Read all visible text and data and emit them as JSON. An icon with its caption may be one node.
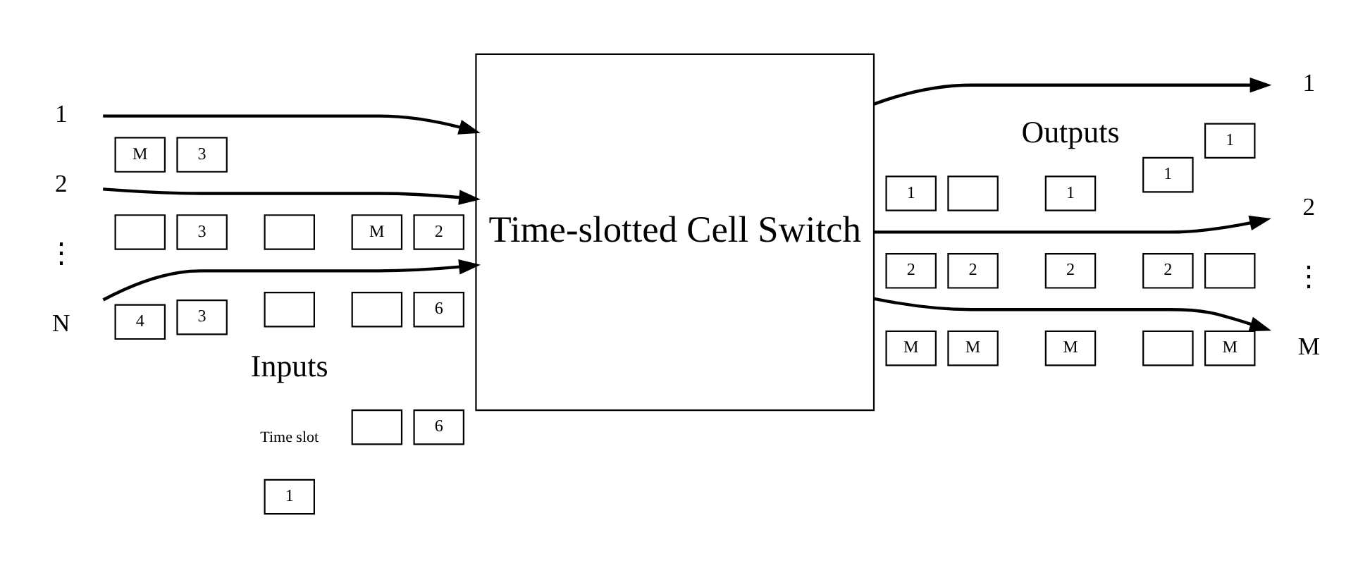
{
  "diagram": {
    "nodes": [
      {
        "text": [
          "1"
        ]
      },
      {
        "text": [
          "M"
        ]
      },
      {
        "text": [
          "3"
        ]
      },
      {
        "text": [
          "1"
        ]
      },
      {
        "text": [],
        "shape": "box"
      },
      {
        "text": [
          "6"
        ]
      },
      {
        "text": [
          "Time-slotted Cell Switch"
        ]
      },
      {
        "text": [
          "1"
        ]
      },
      {
        "text": [],
        "shape": "box"
      },
      {
        "text": [
          "1"
        ]
      },
      {
        "text": [
          "1"
        ]
      },
      {
        "text": [
          "1"
        ]
      },
      {
        "text": [
          "1"
        ]
      },
      {
        "text": [
          "2"
        ]
      },
      {
        "text": [],
        "shape": "box"
      },
      {
        "text": [
          "3"
        ]
      },
      {
        "text": [],
        "shape": "box"
      },
      {
        "text": [
          "M"
        ]
      },
      {
        "text": [
          "2"
        ]
      },
      {
        "text": [
          "2"
        ]
      },
      {
        "text": [
          "2"
        ]
      },
      {
        "text": [
          "2"
        ]
      },
      {
        "text": [
          "2"
        ]
      },
      {
        "text": [],
        "shape": "box"
      },
      {
        "text": [
          "2"
        ]
      },
      {
        "text": [
          "N"
        ]
      },
      {
        "text": [
          "4"
        ]
      },
      {
        "text": [
          "3"
        ]
      },
      {
        "text": [],
        "shape": "box"
      },
      {
        "text": [],
        "shape": "box"
      },
      {
        "text": [
          "6"
        ]
      },
      {
        "text": [
          "M"
        ]
      },
      {
        "text": [
          "M"
        ]
      },
      {
        "text": [
          "M"
        ]
      },
      {
        "text": [],
        "shape": "box"
      },
      {
        "text": [
          "M"
        ]
      },
      {
        "text": [
          "M"
        ]
      }
    ],
    "edges": [
      {
        "from": 0,
        "to": 6,
        "arrow": "to"
      },
      {
        "from": 13,
        "to": 6,
        "arrow": "to"
      },
      {
        "from": 25,
        "to": 6,
        "arrow": "to"
      },
      {
        "from": 6,
        "to": 12,
        "arrow": "to"
      },
      {
        "from": 6,
        "to": 24,
        "arrow": "to"
      },
      {
        "from": 6,
        "to": 36,
        "arrow": "to"
      }
    ],
    "labels": [
      "Inputs",
      "Outputs",
      "Time slot",
      "⋮",
      "⋮"
    ]
  }
}
